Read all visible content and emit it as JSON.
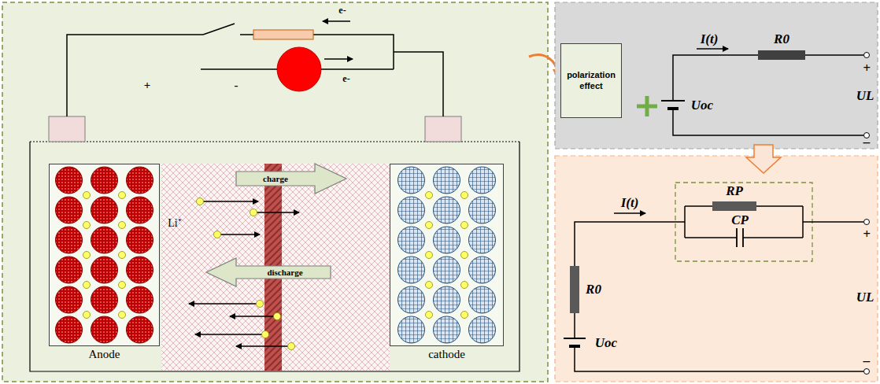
{
  "diagram": {
    "nodes": [
      {
        "text": [
          "polarization effect"
        ]
      },
      {
        "text": [
          "Anode"
        ]
      },
      {
        "text": [
          "cathode"
        ]
      }
    ],
    "labels": [
      "e-",
      "+",
      "e-",
      "-",
      "charge",
      "Li⁺",
      "discharge",
      "I(t)",
      "R0",
      "Uoc",
      "+",
      "UL",
      "–",
      "RP",
      "CP",
      "I(t)",
      "R0",
      "Uoc",
      "+",
      "UL",
      "–"
    ]
  }
}
